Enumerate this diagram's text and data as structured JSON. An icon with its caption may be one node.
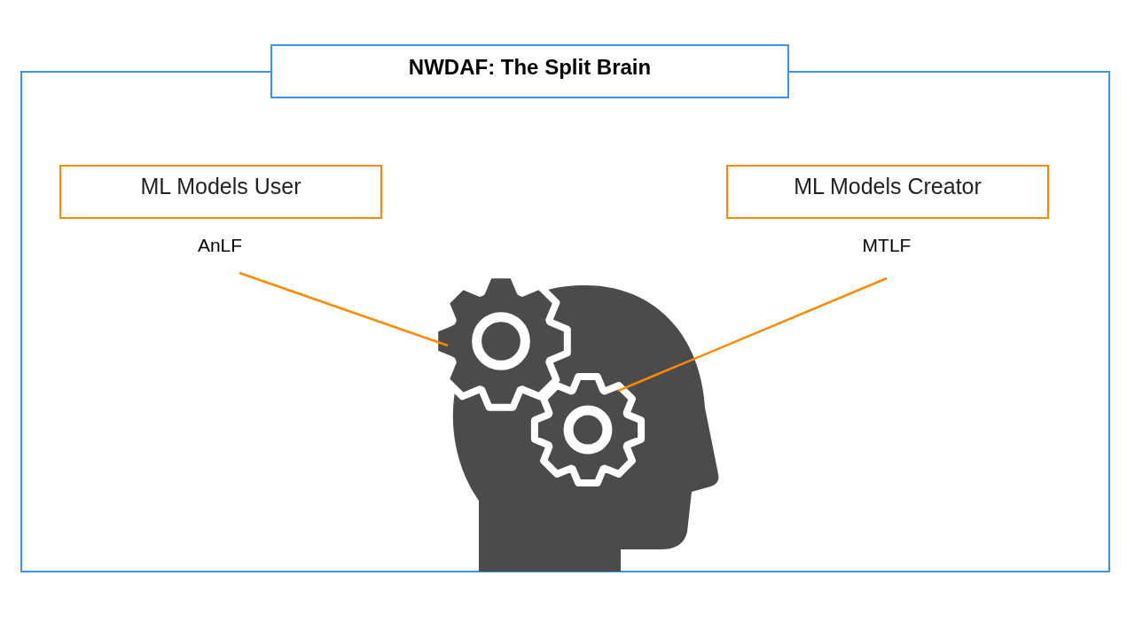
{
  "diagram": {
    "title": "NWDAF: The Split Brain",
    "nodes": [
      {
        "text": [
          "ML Models User"
        ]
      },
      {
        "text": [
          "ML Models Creator"
        ]
      },
      {
        "text": [
          "AnLF"
        ]
      },
      {
        "text": [
          "MTLF"
        ]
      },
      {
        "text": [],
        "shape": "gear"
      },
      {
        "text": [],
        "shape": "gear"
      }
    ],
    "edges": [
      {
        "from": 2,
        "to": 4,
        "arrow": "none"
      },
      {
        "from": 3,
        "to": 5,
        "arrow": "none"
      }
    ]
  }
}
